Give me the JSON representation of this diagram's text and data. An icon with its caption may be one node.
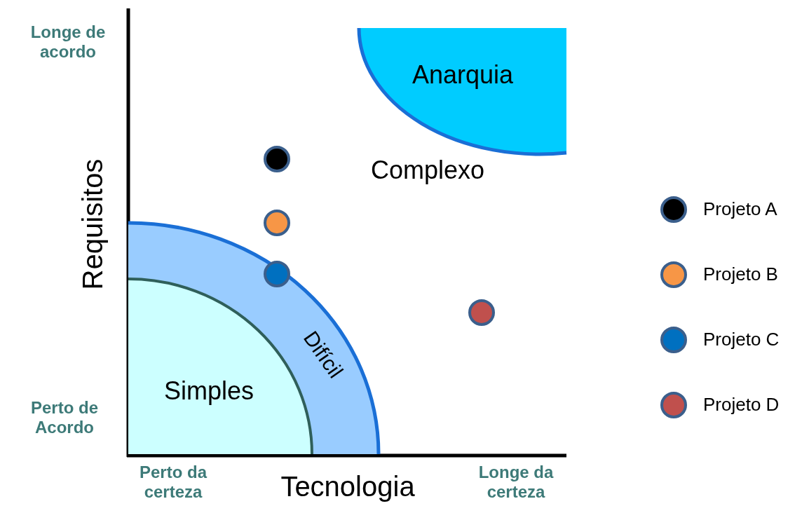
{
  "diagram": {
    "nodes": [
      {
        "text": [
          "Anarquia"
        ]
      },
      {
        "text": [
          "Complexo"
        ]
      },
      {
        "text": [
          "Difícil"
        ]
      },
      {
        "text": [
          "Simples"
        ]
      }
    ],
    "edges": [],
    "labels": [
      "Longe de acordo",
      "Requisitos",
      "Perto de Acordo",
      "Perto da certeza",
      "Tecnologia",
      "Longe da certeza"
    ],
    "legend": [
      {
        "text": "Projeto A",
        "color": "#000000"
      },
      {
        "text": "Projeto B",
        "color": "#f79646"
      },
      {
        "text": "Projeto C",
        "color": "#0070c0"
      },
      {
        "text": "Projeto D",
        "color": "#c0504d"
      }
    ]
  }
}
